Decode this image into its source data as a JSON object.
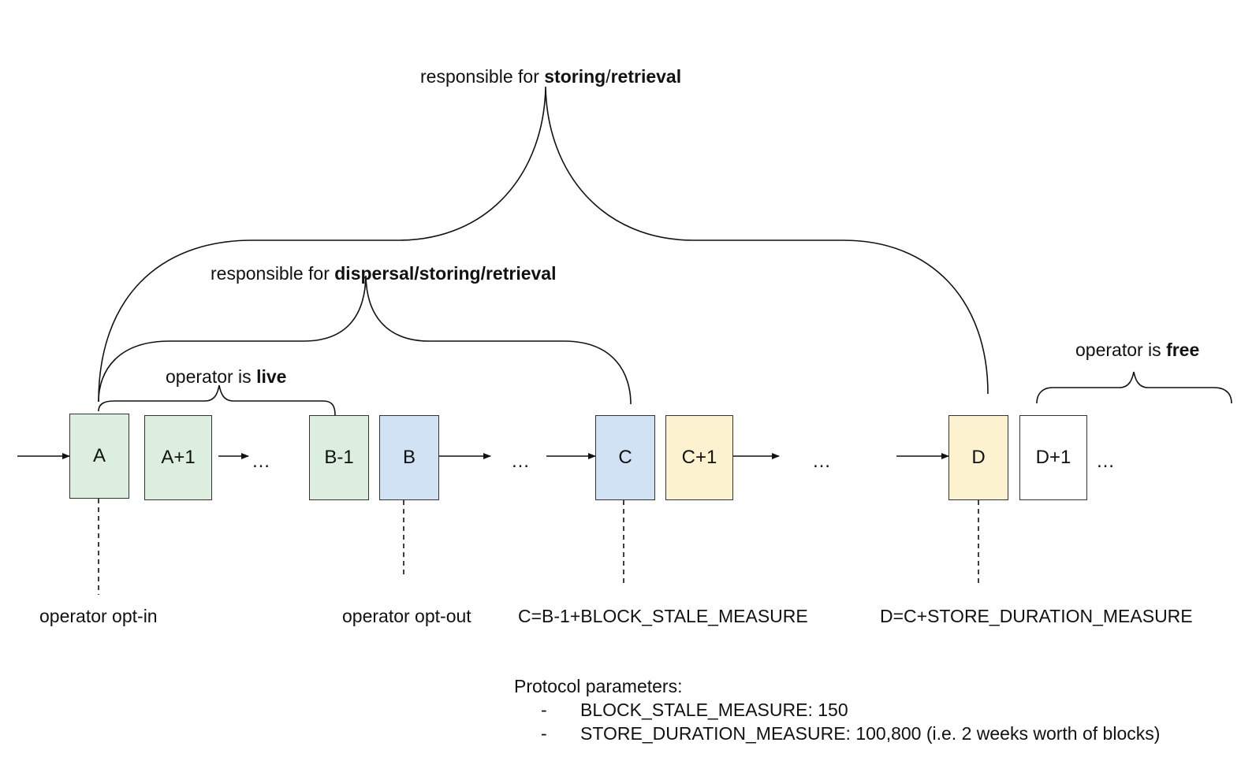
{
  "braces": {
    "storing_retrieval": {
      "prefix": "responsible for ",
      "bold1": "storing",
      "sep": "/",
      "bold2": "retrieval"
    },
    "dispersal": {
      "prefix": "responsible for ",
      "bold": "dispersal/storing/retrieval"
    },
    "live": {
      "prefix": "operator is ",
      "bold": "live"
    },
    "free": {
      "prefix": "operator is ",
      "bold": "free"
    }
  },
  "blocks": {
    "a": "A",
    "a_plus_1": "A+1",
    "b_minus_1": "B-1",
    "b": "B",
    "c": "C",
    "c_plus_1": "C+1",
    "d": "D",
    "d_plus_1": "D+1"
  },
  "ellipsis": "…",
  "colors": {
    "live": "#dceedd",
    "boundary": "#d0e2f3",
    "storage_end": "#fdf2cf",
    "free": "#ffffff"
  },
  "annotations": {
    "opt_in": "operator opt-in",
    "opt_out": "operator opt-out",
    "c_formula": "C=B-1+BLOCK_STALE_MEASURE",
    "d_formula": "D=C+STORE_DURATION_MEASURE"
  },
  "params": {
    "title": "Protocol parameters:",
    "bullet": "-",
    "items": [
      "BLOCK_STALE_MEASURE: 150",
      "STORE_DURATION_MEASURE: 100,800 (i.e. 2 weeks worth of blocks)"
    ]
  }
}
